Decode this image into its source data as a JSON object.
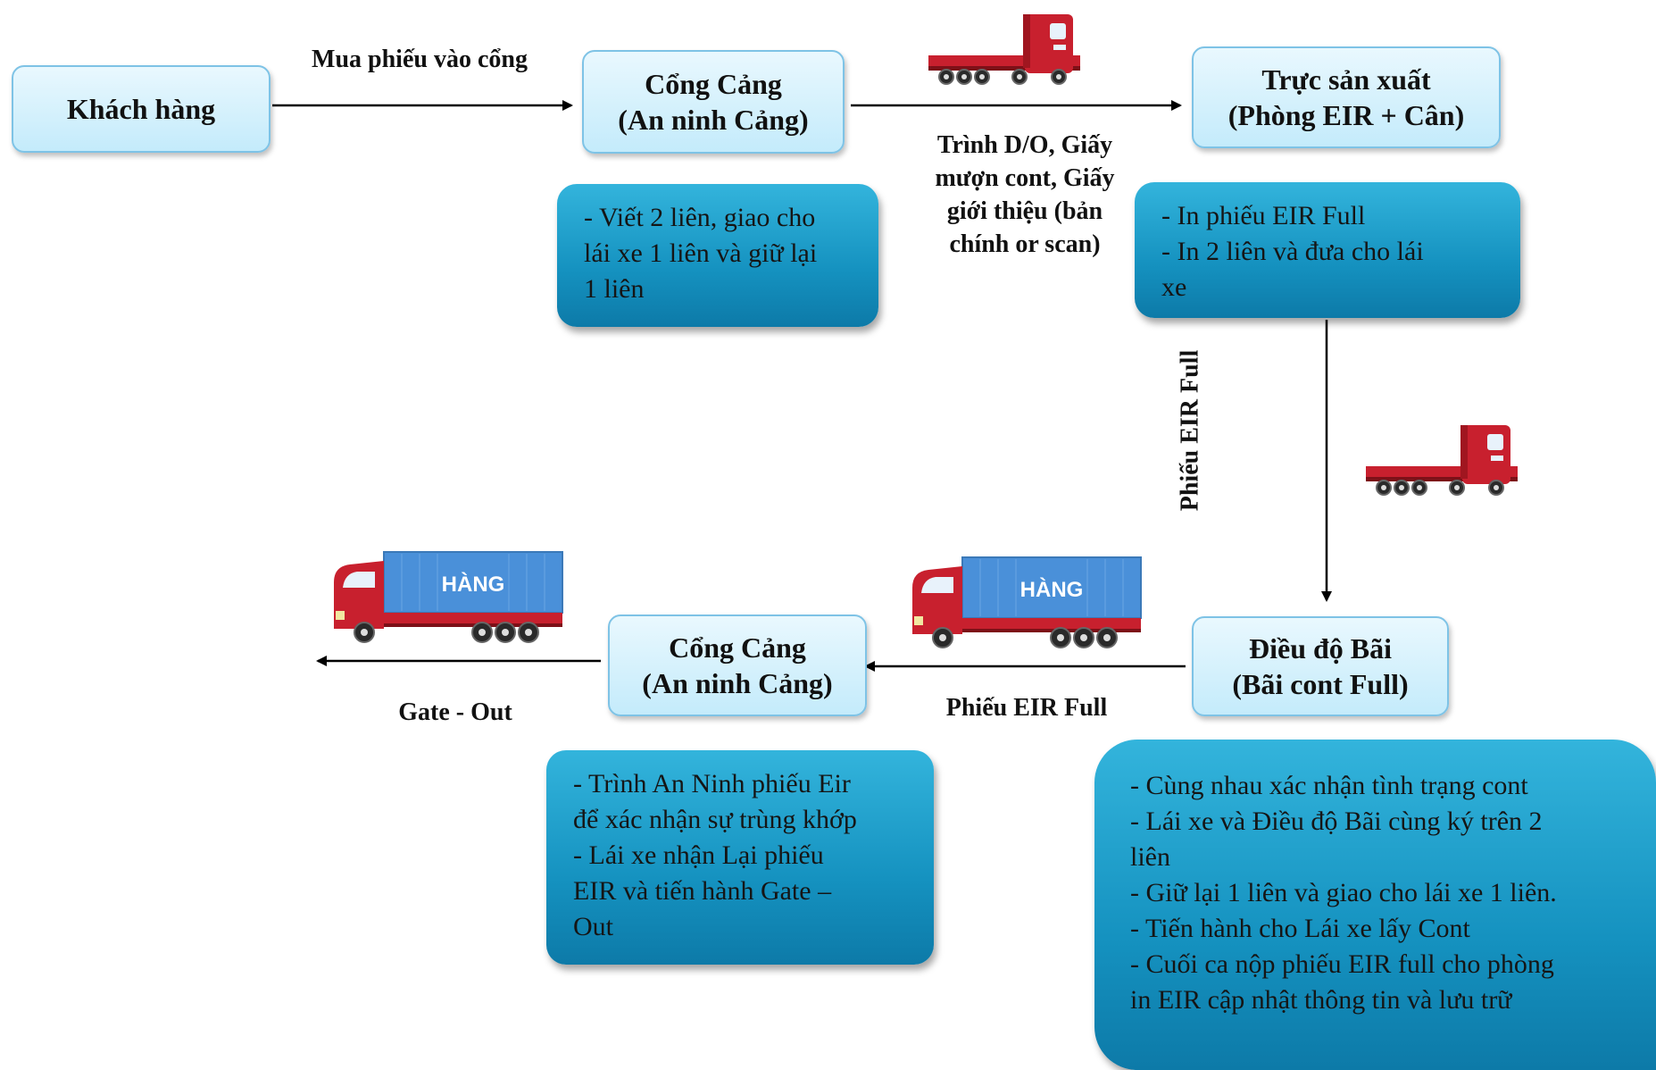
{
  "nodes": {
    "khach_hang": "Khách hàng",
    "cong_cang_top": [
      "Cổng Cảng",
      "(An ninh Cảng)"
    ],
    "truc_san_xuat": [
      "Trực sản xuất",
      "(Phòng EIR + Cân)"
    ],
    "dieu_do_bai": [
      "Điều độ Bãi",
      "(Bãi cont Full)"
    ],
    "cong_cang_bottom": [
      "Cổng Cảng",
      "(An ninh Cảng)"
    ]
  },
  "edges": {
    "mua_phieu": "Mua phiếu vào cổng",
    "trinh_do": [
      "Trình D/O, Giấy",
      "mượn cont, Giấy",
      "giới thiệu (bản",
      "chính or scan)"
    ],
    "phieu_eir_vertical": "Phiếu EIR Full",
    "phieu_eir_bottom": "Phiếu EIR Full",
    "gate_out": "Gate - Out"
  },
  "notes": {
    "cong_cang_top": [
      "- Viết 2 liên, giao cho",
      "lái xe 1 liên và giữ lại",
      "1 liên"
    ],
    "truc_san_xuat": [
      "- In phiếu EIR Full",
      "- In 2 liên và đưa cho lái",
      "xe"
    ],
    "cong_cang_bottom": [
      "- Trình An Ninh phiếu Eir",
      "để xác nhận sự trùng khớp",
      "- Lái xe nhận Lại phiếu",
      "EIR và tiến hành Gate –",
      "Out"
    ],
    "dieu_do_bai": [
      " - Cùng nhau xác nhận tình trạng cont",
      "- Lái xe và Điều độ Bãi cùng ký trên 2",
      "liên",
      "- Giữ lại 1 liên và giao cho lái xe 1 liên.",
      "- Tiến hành cho Lái xe lấy Cont",
      "- Cuối ca nộp phiếu EIR full cho phòng",
      "in EIR cập nhật thông tin và lưu trữ"
    ]
  },
  "trucks": {
    "cargo_label": "HÀNG",
    "truck_color": "#c8202e",
    "container_color": "#4a90d9"
  }
}
